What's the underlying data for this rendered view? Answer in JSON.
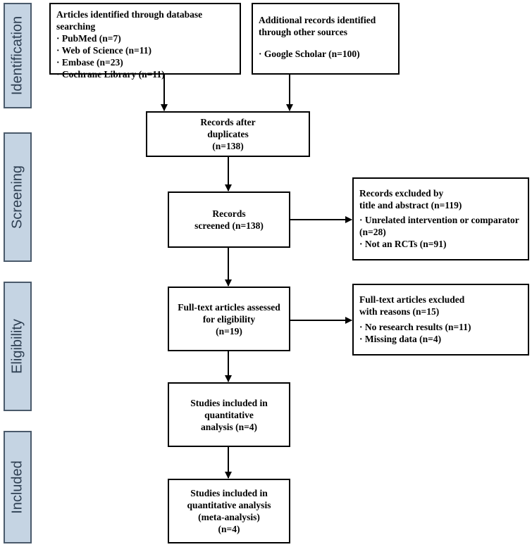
{
  "phases": {
    "identification": "Identification",
    "screening": "Screening",
    "eligibility": "Eligibility",
    "included": "Included"
  },
  "boxes": {
    "database": {
      "lines": [
        "Articles identified through  database",
        "searching",
        "· PubMed (n=7)",
        "· Web of Science (n=11)",
        "· Embase (n=23)",
        "· Cochrane Library (n=11)"
      ]
    },
    "other_sources": {
      "lines": [
        "Additional records identified",
        "through other sources",
        "· Google Scholar (n=100)"
      ]
    },
    "after_duplicates": {
      "lines": [
        "Records after",
        "duplicates",
        "(n=138)"
      ]
    },
    "screened": {
      "lines": [
        "Records",
        "screened (n=138)"
      ]
    },
    "excluded_title": {
      "lines": [
        "Records excluded by",
        "title and abstract (n=119)",
        "· Unrelated intervention or comparator",
        "(n=28)",
        "· Not an RCTs (n=91)"
      ]
    },
    "fulltext_assessed": {
      "lines": [
        "Full-text articles assessed",
        "for eligibility",
        "(n=19)"
      ]
    },
    "fulltext_excluded": {
      "lines": [
        "Full-text articles excluded",
        "with reasons (n=15)",
        "· No research results (n=11)",
        "· Missing data (n=4)"
      ]
    },
    "quantitative": {
      "lines": [
        "Studies included in",
        "quantitative",
        "analysis (n=4)"
      ]
    },
    "meta_analysis": {
      "lines": [
        "Studies included in",
        "quantitative analysis",
        "(meta-analysis)",
        "(n=4)"
      ]
    }
  },
  "colors": {
    "phase_fill": "#c5d4e3",
    "phase_border": "#4a5a6b",
    "phase_text": "#2e3f52",
    "box_border": "#000000"
  }
}
